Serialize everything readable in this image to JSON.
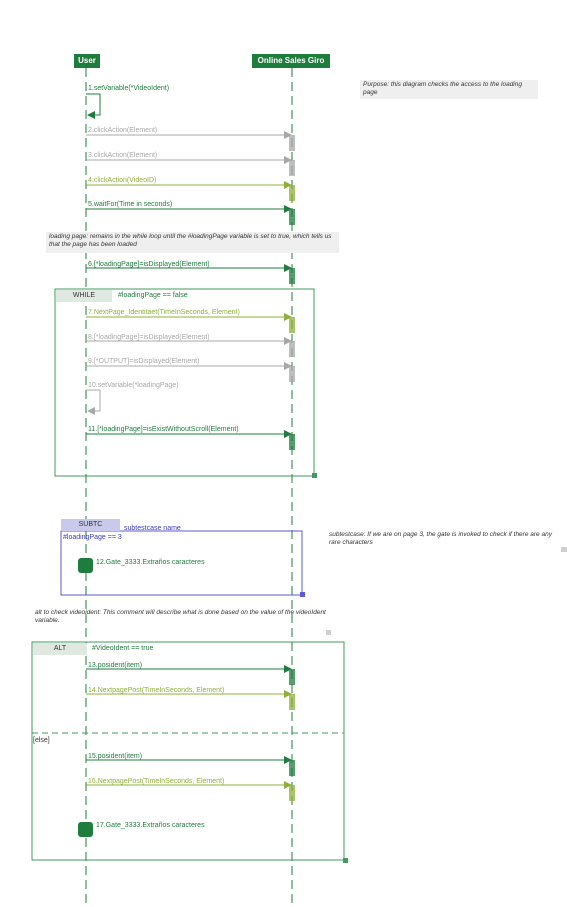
{
  "actors": {
    "user": "User",
    "system": "Online Sales Giro"
  },
  "colors": {
    "lifeline": "#1e7d3c",
    "green": "#1e7d3c",
    "lime": "#8fb03a",
    "gray": "#a8a8a8",
    "frame_green": "#3f9b5e",
    "frame_blue": "#5b5bd6",
    "note_bg": "#efefef"
  },
  "notes": {
    "purpose": "Purpose: this diagram checks the access to the loading page",
    "loading_page": "loading page: remains in the while loop until the #loadingPage variable is set to true, which tells us that the page has been loaded",
    "subtestcase": "subtestcase: If we are on page 3, the gate is invoked to check if there are any rare characters",
    "alt": "alt to check videoident: This comment will describe what is done based on the value of the videoIdent variable."
  },
  "messages": [
    {
      "label": "1.setVariable(*VideoIdent)",
      "color": "green"
    },
    {
      "label": "2.clickAction(Element)",
      "color": "gray"
    },
    {
      "label": "3.clickAction(Element)",
      "color": "gray"
    },
    {
      "label": "4.clickAction(VideoID)",
      "color": "lime"
    },
    {
      "label": "5.waitFor(Time in seconds)",
      "color": "green"
    },
    {
      "label": "6.[*loadingPage]=isDisplayed(Element)",
      "color": "green"
    },
    {
      "label": "7.NextPage_Identitaet(TimeInSeconds, Element)",
      "color": "lime"
    },
    {
      "label": "8.[*loadingPage]=isDisplayed(Element)",
      "color": "gray"
    },
    {
      "label": "9.[*OUTPUT]=isDisplayed(Element)",
      "color": "gray"
    },
    {
      "label": "10.setVariable(*loadingPage)",
      "color": "gray"
    },
    {
      "label": "11.[*loadingPage]=isExistWithoutScroll(Element)",
      "color": "green"
    },
    {
      "label": "12.Gate_3333.Extraños caracteres",
      "color": "green"
    },
    {
      "label": "13.posident(item)",
      "color": "green"
    },
    {
      "label": "14.NextpagePost(TimeInSeconds, Element)",
      "color": "lime"
    },
    {
      "label": "15.posident(item)",
      "color": "green"
    },
    {
      "label": "16.NextpagePost(TimeInSeconds, Element)",
      "color": "lime"
    },
    {
      "label": "17.Gate_3333.Extraños caracteres",
      "color": "green"
    }
  ],
  "while_frame": {
    "tag": "WHILE",
    "condition": "#loadingPage == false"
  },
  "subtc_frame": {
    "tag": "SUBTC",
    "name": "subtestcase name",
    "condition": "#loadingPage == 3"
  },
  "alt_frame": {
    "tag": "ALT",
    "condition": "#VideoIdent == true",
    "else_label": "[else]"
  }
}
